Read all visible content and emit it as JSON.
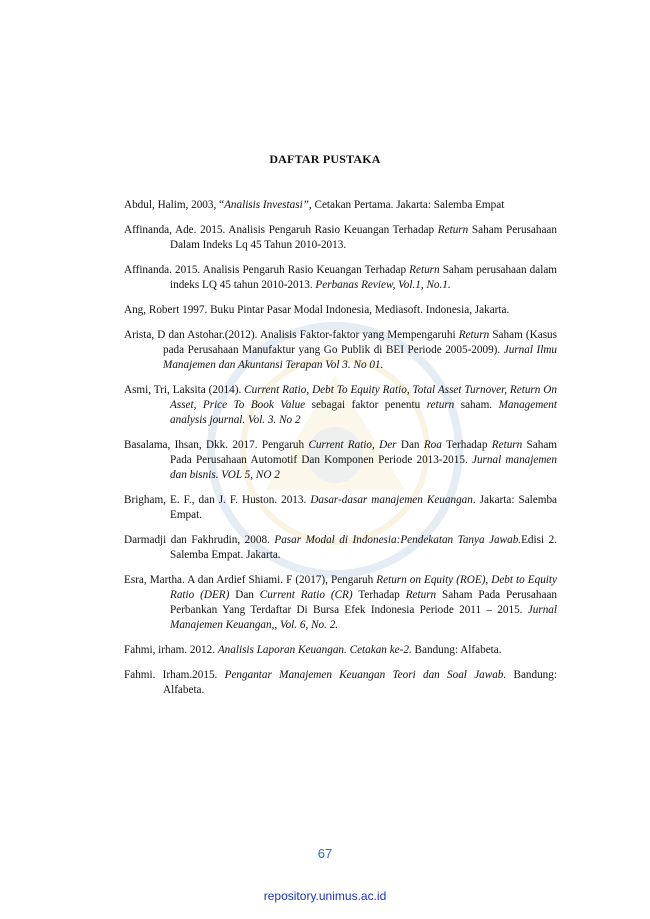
{
  "title": "DAFTAR PUSTAKA",
  "references": [
    {
      "parts": [
        {
          "t": "Abdul, Halim, 2003, “"
        },
        {
          "t": "Analisis Investasi”,",
          "i": true
        },
        {
          "t": " Cetakan Pertama. Jakarta: Salemba Empat"
        }
      ]
    },
    {
      "parts": [
        {
          "t": "Affinanda, Ade. 2015. Analisis Pengaruh Rasio Keuangan Terhadap "
        },
        {
          "t": "Return",
          "i": true
        },
        {
          "t": " Saham Perusahaan Dalam Indeks Lq 45 Tahun 2010-2013."
        }
      ]
    },
    {
      "parts": [
        {
          "t": "Affinanda. 2015. Analisis Pengaruh Rasio Keuangan Terhadap "
        },
        {
          "t": "Return",
          "i": true
        },
        {
          "t": " Saham perusahaan dalam indeks LQ 45 tahun 2010-2013. "
        },
        {
          "t": "Perbanas Review, Vol.1, No.1.",
          "i": true
        }
      ]
    },
    {
      "parts": [
        {
          "t": "Ang, Robert 1997. Buku Pintar Pasar Modal Indonesia, Mediasoft. Indonesia, Jakarta."
        }
      ]
    },
    {
      "indent": "small",
      "parts": [
        {
          "t": "Arista, D dan Astohar.(2012). Analisis Faktor-faktor yang Mempengaruhi "
        },
        {
          "t": "Return",
          "i": true
        },
        {
          "t": " Saham (Kasus pada Perusahaan Manufaktur yang Go Publik di BEI Periode 2005-2009). "
        },
        {
          "t": "Jurnal Ilmu Manajemen dan Akuntansi Terapan Vol 3. No 01.",
          "i": true
        }
      ]
    },
    {
      "parts": [
        {
          "t": "Asmi, Tri, Laksita (2014). "
        },
        {
          "t": "Current Ratio, Debt To Equity Ratio, Total Asset Turnover, Return On Asset, Price To Book Value",
          "i": true
        },
        {
          "t": " sebagai faktor penentu "
        },
        {
          "t": "return",
          "i": true
        },
        {
          "t": " saham. "
        },
        {
          "t": "Management analysis journal. Vol. 3. No 2",
          "i": true
        }
      ]
    },
    {
      "parts": [
        {
          "t": "Basalama, Ihsan, Dkk. 2017.  Pengaruh "
        },
        {
          "t": "Current Ratio, Der",
          "i": true
        },
        {
          "t": " Dan "
        },
        {
          "t": "Roa",
          "i": true
        },
        {
          "t": " Terhadap "
        },
        {
          "t": "Return",
          "i": true
        },
        {
          "t": " Saham Pada Perusahaan Automotif Dan Komponen Periode 2013-2015. "
        },
        {
          "t": "Jurnal manajemen dan bisnis. VOL 5, NO 2",
          "i": true
        }
      ]
    },
    {
      "parts": [
        {
          "t": "Brigham, E. F., dan J. F. Huston. 2013. "
        },
        {
          "t": "Dasar-dasar manajemen Keuangan",
          "i": true
        },
        {
          "t": ". Jakarta: Salemba Empat."
        }
      ]
    },
    {
      "parts": [
        {
          "t": "Darmadji dan Fakhrudin, 2008. "
        },
        {
          "t": "Pasar Modal di Indonesia:Pendekatan Tanya Jawab.",
          "i": true
        },
        {
          "t": "Edisi 2. Salemba Empat. Jakarta."
        }
      ]
    },
    {
      "parts": [
        {
          "t": "Esra, Martha. A dan Ardief Shiami. F (2017), Pengaruh "
        },
        {
          "t": "Return on Equity (ROE), Debt to Equity Ratio (DER)",
          "i": true
        },
        {
          "t": " Dan "
        },
        {
          "t": "Current Ratio (CR)",
          "i": true
        },
        {
          "t": " Terhadap "
        },
        {
          "t": "Return",
          "i": true
        },
        {
          "t": " Saham Pada Perusahaan Perbankan Yang Terdaftar Di Bursa Efek Indonesia Periode 2011 – 2015. "
        },
        {
          "t": "Jurnal Manajemen Keuangan,, Vol. 6, No. 2.",
          "i": true
        }
      ]
    },
    {
      "parts": [
        {
          "t": "Fahmi, irham. 2012. "
        },
        {
          "t": "Analisis Laporan Keuangan. Cetakan ke-2.",
          "i": true
        },
        {
          "t": " Bandung: Alfabeta."
        }
      ]
    },
    {
      "indent": "small",
      "parts": [
        {
          "t": "Fahmi. Irham.2015. "
        },
        {
          "t": "Pengantar Manajemen Keuangan Teori dan Soal Jawab.",
          "i": true
        },
        {
          "t": " Bandung: Alfabeta."
        }
      ]
    }
  ],
  "page_number": "67",
  "footer_url": "repository.unimus.ac.id",
  "colors": {
    "page_number": "#2c6fb5",
    "footer": "#1a33c8",
    "watermark": "#3a6ea8"
  }
}
